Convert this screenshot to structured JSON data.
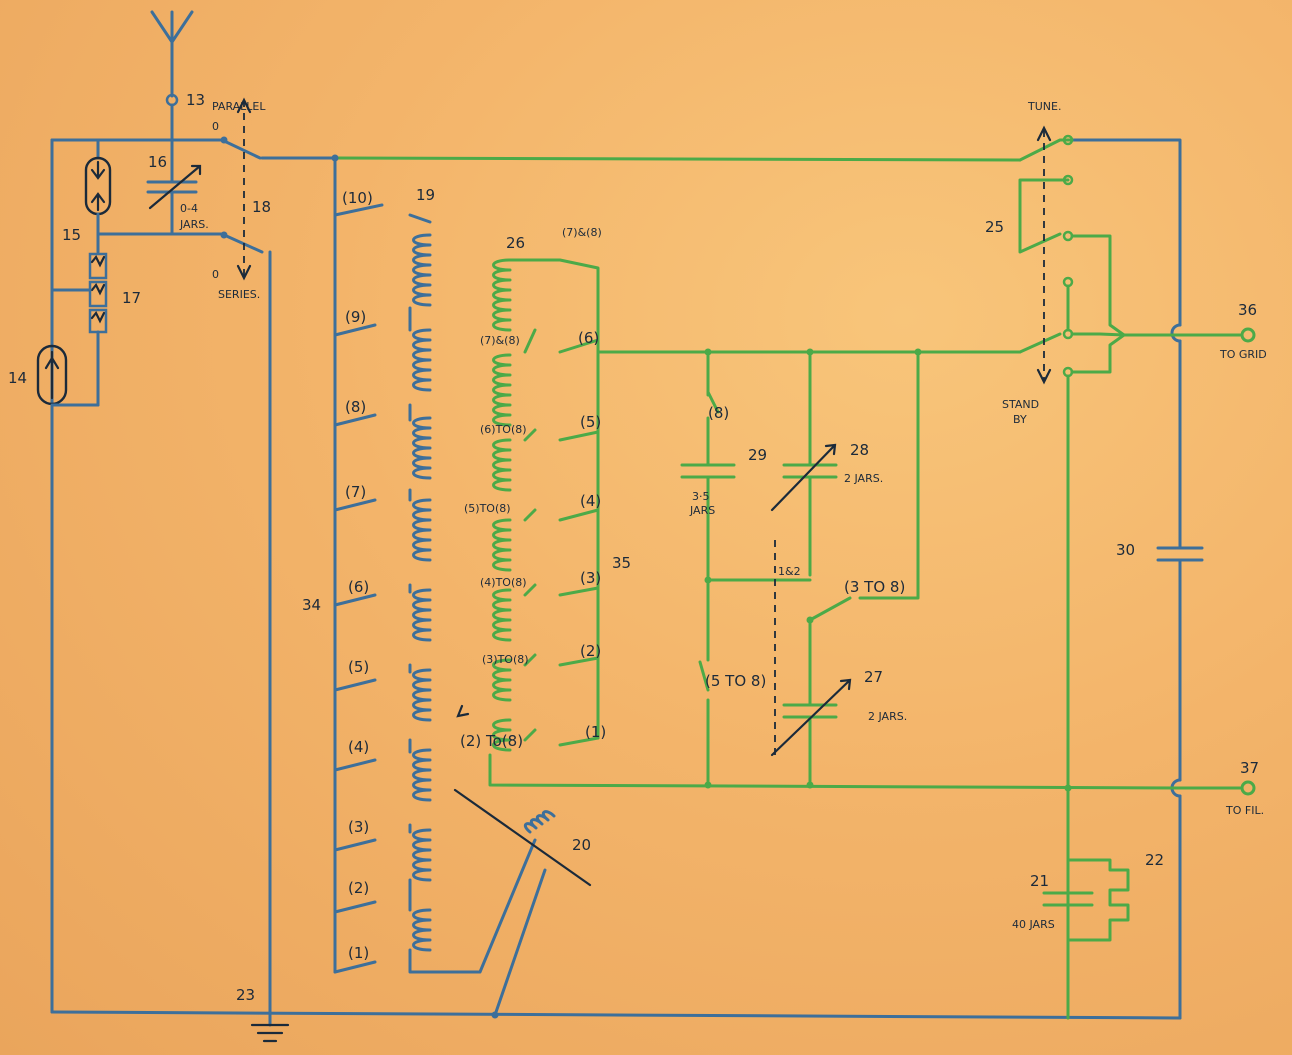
{
  "components": {
    "c13": "13",
    "c14": "14",
    "c15": "15",
    "c16": "16",
    "c17": "17",
    "c18": "18",
    "c19": "19",
    "c20": "20",
    "c21": "21",
    "c22": "22",
    "c23": "23",
    "c25": "25",
    "c26": "26",
    "c27": "27",
    "c28": "28",
    "c29": "29",
    "c30": "30",
    "c34": "34",
    "c35": "35",
    "c36": "36",
    "c37": "37"
  },
  "annotations": {
    "parallel": "PARALLEL",
    "series": "SERIES.",
    "zero_top": "0",
    "zero_bottom": "0",
    "jars_range": "0-4",
    "jars_word": "JARS.",
    "tune": "TUNE.",
    "stand": "STAND",
    "by": "BY",
    "to_grid": "TO GRID",
    "to_fil": "TO FIL.",
    "c29_value": "3·5",
    "c29_unit": "JARS",
    "c28_value": "2 JARS.",
    "c27_value": "2 JARS.",
    "c21_value": "40 JARS",
    "tap_7and8_top": "(7)&(8)",
    "tap_7and8_left": "(7)&(8)",
    "tap_6to8": "(6)TO(8)",
    "tap_5to8": "(5)TO(8)",
    "tap_4to8": "(4)TO(8)",
    "tap_3to8": "(3)TO(8)",
    "tap_2to8": "(2) To(8)",
    "sw_6_right": "(6)",
    "sw_5_right": "(5)",
    "sw_4_right": "(4)",
    "sw_3_right": "(3)",
    "sw_2_right": "(2)",
    "sw_1_right": "(1)",
    "sw_8_capacitor": "(8)",
    "sw_1and2": "1&2",
    "sw_3to8": "(3 TO 8)",
    "sw_5to8": "(5 TO 8)"
  },
  "coil_taps": [
    "(10)",
    "(9)",
    "(8)",
    "(7)",
    "(6)",
    "(5)",
    "(4)",
    "(3)",
    "(2)",
    "(1)"
  ],
  "colors": {
    "paper": "#f3b46a",
    "blue_wire": "#3d6f9a",
    "green_wire": "#4caa48",
    "ink": "#1b2a3a"
  }
}
